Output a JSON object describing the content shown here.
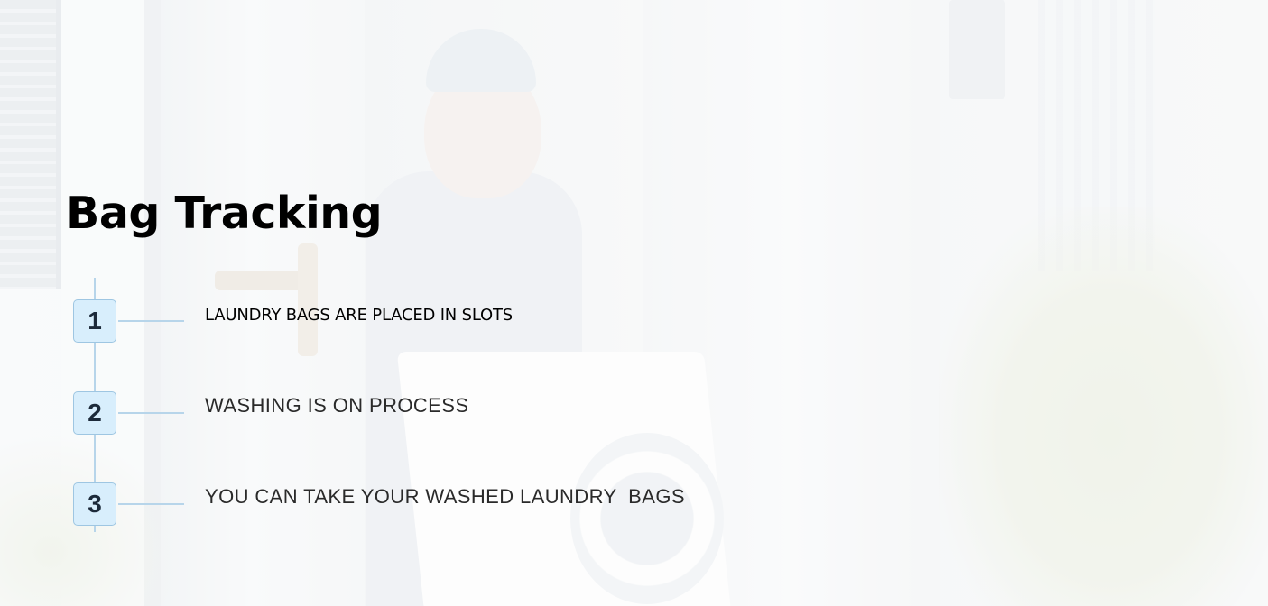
{
  "page": {
    "title": "Bag Tracking"
  },
  "steps": [
    {
      "number": "1",
      "text": "LAUNDRY BAGS ARE PLACED IN SLOTS"
    },
    {
      "number": "2",
      "text": "WASHING IS ON PROCESS"
    },
    {
      "number": "3",
      "text": "YOU CAN TAKE YOUR WASHED LAUNDRY  BAGS"
    }
  ],
  "colors": {
    "badge_fill": "#d8eefc",
    "badge_border": "#9ec6e2",
    "timeline": "#b7d5ea",
    "title": "#000000"
  }
}
